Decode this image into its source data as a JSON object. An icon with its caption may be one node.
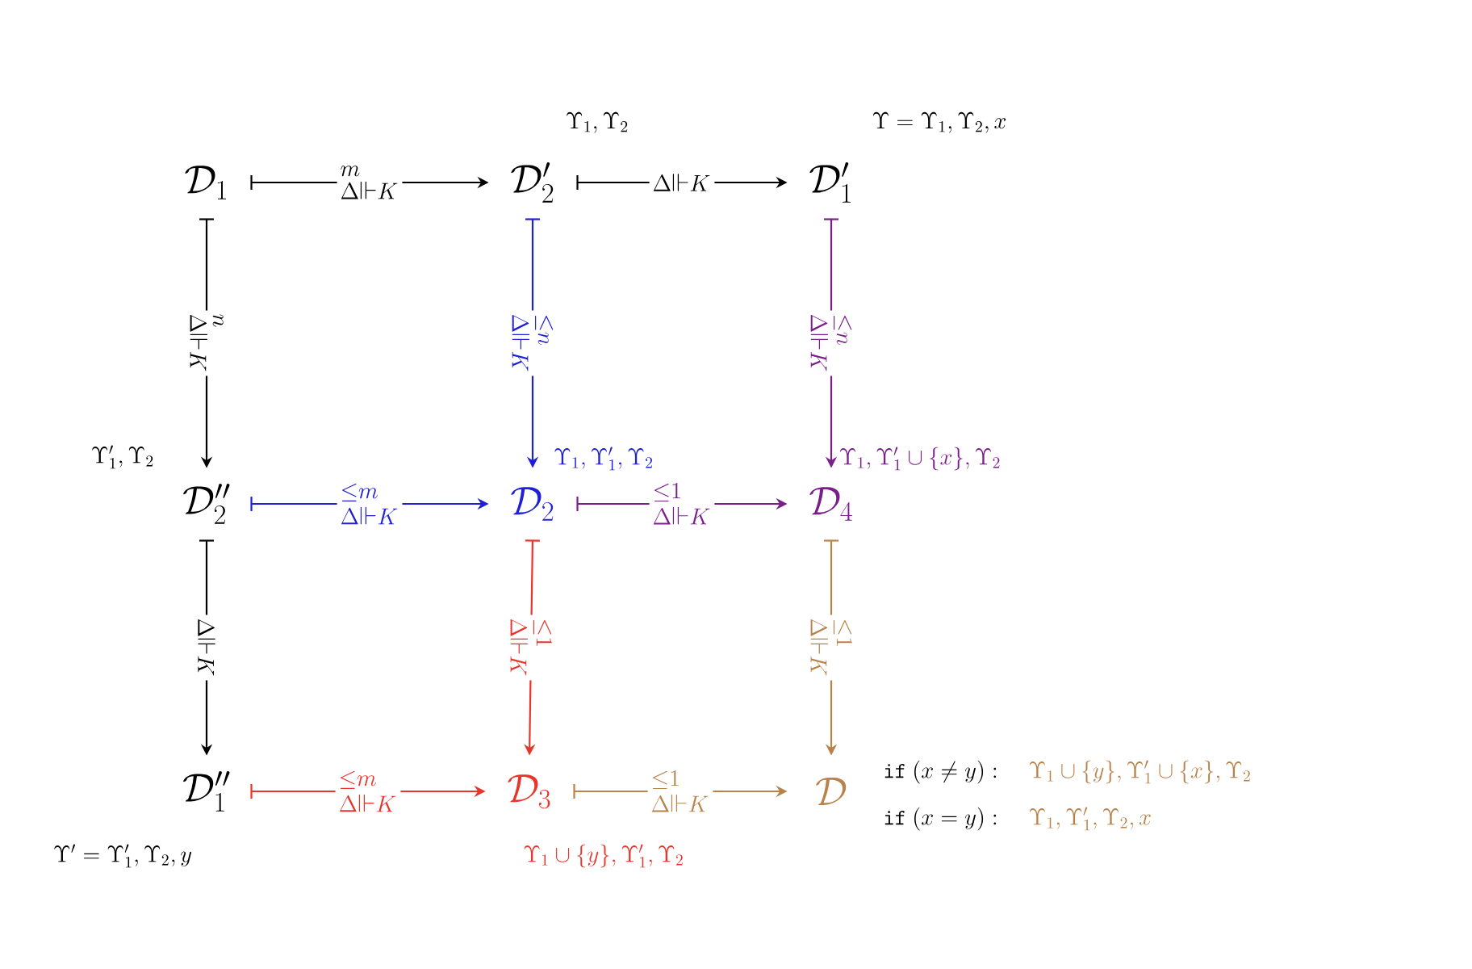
{
  "diagram": {
    "nodes": [
      {
        "text": [
          "\\mathcal{D}_1"
        ]
      },
      {
        "text": [
          "\\mathcal{D}'_2"
        ],
        "beside": [
          "\\Upsilon_1, \\Upsilon_2"
        ]
      },
      {
        "text": [
          "\\mathcal{D}'_1"
        ],
        "beside": [
          "\\Upsilon = \\Upsilon_1, \\Upsilon_2, x"
        ]
      },
      {
        "text": [
          "\\mathcal{D}''_2"
        ],
        "beside": [
          "\\Upsilon'_1, \\Upsilon_2"
        ]
      },
      {
        "text": [
          "\\mathcal{D}_2"
        ],
        "beside": [
          "\\Upsilon_1, \\Upsilon'_1, \\Upsilon_2"
        ]
      },
      {
        "text": [
          "\\mathcal{D}_4"
        ],
        "beside": [
          "\\Upsilon_1, \\Upsilon'_1 \\cup \\{x\\}, \\Upsilon_2"
        ]
      },
      {
        "text": [
          "\\mathcal{D}''_1"
        ],
        "beside": [
          "\\Upsilon' = \\Upsilon'_1, \\Upsilon_2, y"
        ]
      },
      {
        "text": [
          "\\mathcal{D}_3"
        ],
        "beside": [
          "\\Upsilon_1 \\cup \\{y\\}, \\Upsilon'_1, \\Upsilon_2"
        ]
      },
      {
        "text": [
          "\\mathcal{D}"
        ],
        "beside": [
          "\\mathtt{if}\\ (x \\neq y) :",
          "\\Upsilon_1 \\cup \\{y\\}, \\Upsilon'_1 \\cup \\{x\\}, \\Upsilon_2",
          "\\mathtt{if}\\ (x = y) :",
          "\\Upsilon_1, \\Upsilon'_1, \\Upsilon_2, x"
        ]
      }
    ],
    "edges": [
      {
        "from": 0,
        "to": 1,
        "arrow": "to",
        "label": "{}^{m}_{\\Delta\\Vdash K}"
      },
      {
        "from": 1,
        "to": 2,
        "arrow": "to",
        "label": "{}_{\\Delta\\Vdash K}"
      },
      {
        "from": 0,
        "to": 3,
        "arrow": "to",
        "label": "{}^{n}_{\\Delta\\Vdash K}"
      },
      {
        "from": 1,
        "to": 4,
        "arrow": "to",
        "label": "{}^{\\leq n}_{\\Delta\\Vdash K}",
        "color": "#1f1fd6"
      },
      {
        "from": 2,
        "to": 5,
        "arrow": "to",
        "label": "{}^{\\leq n}_{\\Delta\\Vdash K}",
        "color": "#7a1f8a"
      },
      {
        "from": 3,
        "to": 4,
        "arrow": "to",
        "label": "{}^{\\leq m}_{\\Delta\\Vdash K}",
        "color": "#1f1fd6"
      },
      {
        "from": 4,
        "to": 5,
        "arrow": "to",
        "label": "{}^{\\leq 1}_{\\Delta\\Vdash K}",
        "color": "#7a1f8a"
      },
      {
        "from": 3,
        "to": 6,
        "arrow": "to",
        "label": "{}_{\\Delta\\Vdash K}"
      },
      {
        "from": 4,
        "to": 7,
        "arrow": "to",
        "label": "{}^{\\leq 1}_{\\Delta\\Vdash K}",
        "color": "#e8352b"
      },
      {
        "from": 5,
        "to": 8,
        "arrow": "to",
        "label": "{}^{\\leq 1}_{\\Delta\\Vdash K}",
        "color": "#b8834a"
      },
      {
        "from": 6,
        "to": 7,
        "arrow": "to",
        "label": "{}^{\\leq m}_{\\Delta\\Vdash K}",
        "color": "#e8352b"
      },
      {
        "from": 7,
        "to": 8,
        "arrow": "to",
        "label": "{}^{\\leq 1}_{\\Delta\\Vdash K}",
        "color": "#b8834a"
      }
    ]
  }
}
